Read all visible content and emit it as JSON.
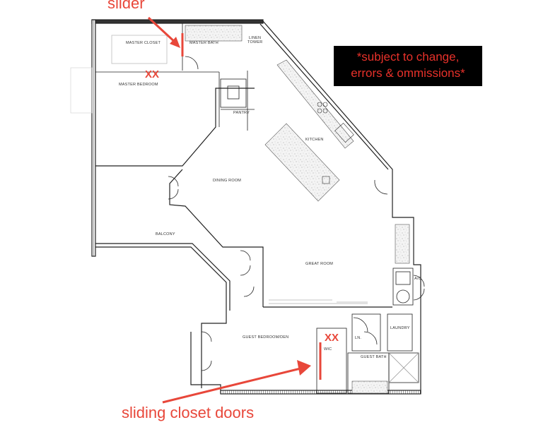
{
  "annotations": {
    "slider_label": "slider",
    "sliding_closet_label": "sliding closet doors",
    "removed_marker_1": "XX",
    "removed_marker_2": "XX",
    "accent_color": "#e8473a"
  },
  "disclaimer": {
    "line1": "*subject to change,",
    "line2": "errors & ommissions*",
    "background": "#000000",
    "text_color": "#e8312a"
  },
  "rooms": {
    "master_closet": "MASTER CLOSET",
    "master_bath": "MASTER BATH",
    "linen_tower_1": "LINEN",
    "linen_tower_2": "TOWER",
    "master_bedroom": "MASTER BEDROOM",
    "pantry": "PANTRY",
    "kitchen": "KITCHEN",
    "dining_room": "DINING ROOM",
    "balcony": "BALCONY",
    "great_room": "GREAT ROOM",
    "ac": "A/C",
    "guest_bedroom": "GUEST BEDROOM/DEN",
    "wic": "WIC",
    "linen": "LN.",
    "laundry": "LAUNDRY",
    "guest_bath": "GUEST BATH"
  }
}
